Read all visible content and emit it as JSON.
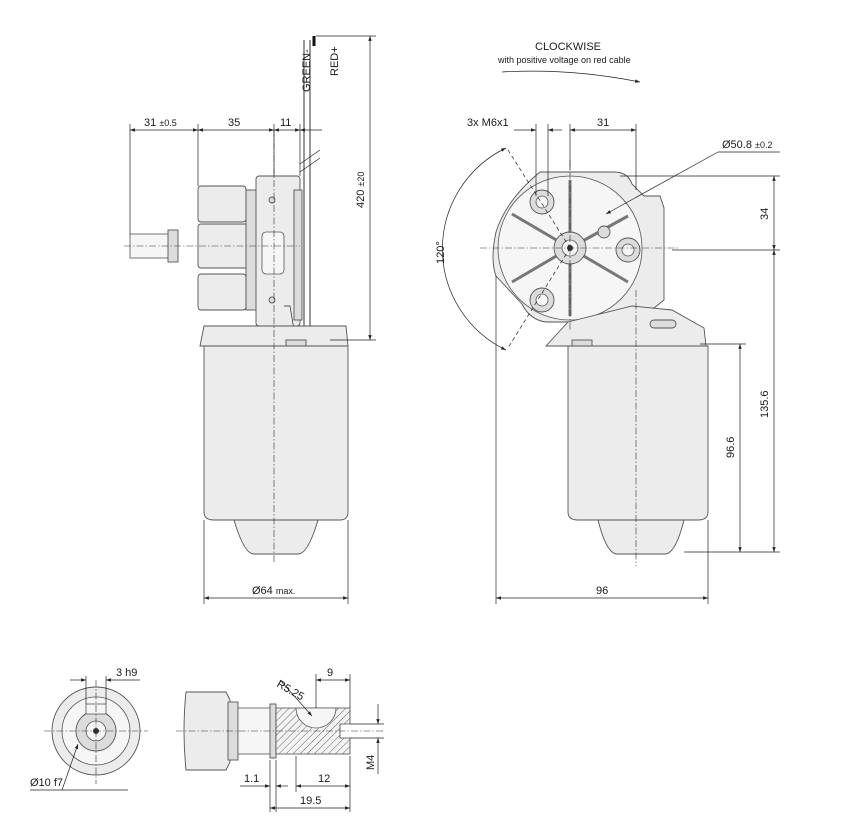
{
  "cables": {
    "green": "GREEN-",
    "red": "RED+"
  },
  "rotation": {
    "title": "CLOCKWISE",
    "subtitle": "with positive voltage on red cable"
  },
  "side_view": {
    "dim_31_value": "31",
    "dim_31_tol": "±0.5",
    "dim_35": "35",
    "dim_11": "11",
    "dim_420_value": "420",
    "dim_420_tol": "±20",
    "dim_64": "Ø64",
    "dim_64_suffix": "max."
  },
  "front_view": {
    "thread": "3x M6x1",
    "dim_31": "31",
    "dia_value": "Ø50.8",
    "dia_tol": "±0.2",
    "dim_34": "34",
    "angle": "120°",
    "dim_135_6": "135.6",
    "dim_96_6": "96.6",
    "dim_96": "96"
  },
  "shaft_detail": {
    "key": "3 h9",
    "shaft_dia": "Ø10 f7",
    "radius": "R5.25",
    "dim_9": "9",
    "dim_1_1": "1.1",
    "dim_12": "12",
    "dim_19_5": "19.5",
    "thread_m4": "M4"
  }
}
